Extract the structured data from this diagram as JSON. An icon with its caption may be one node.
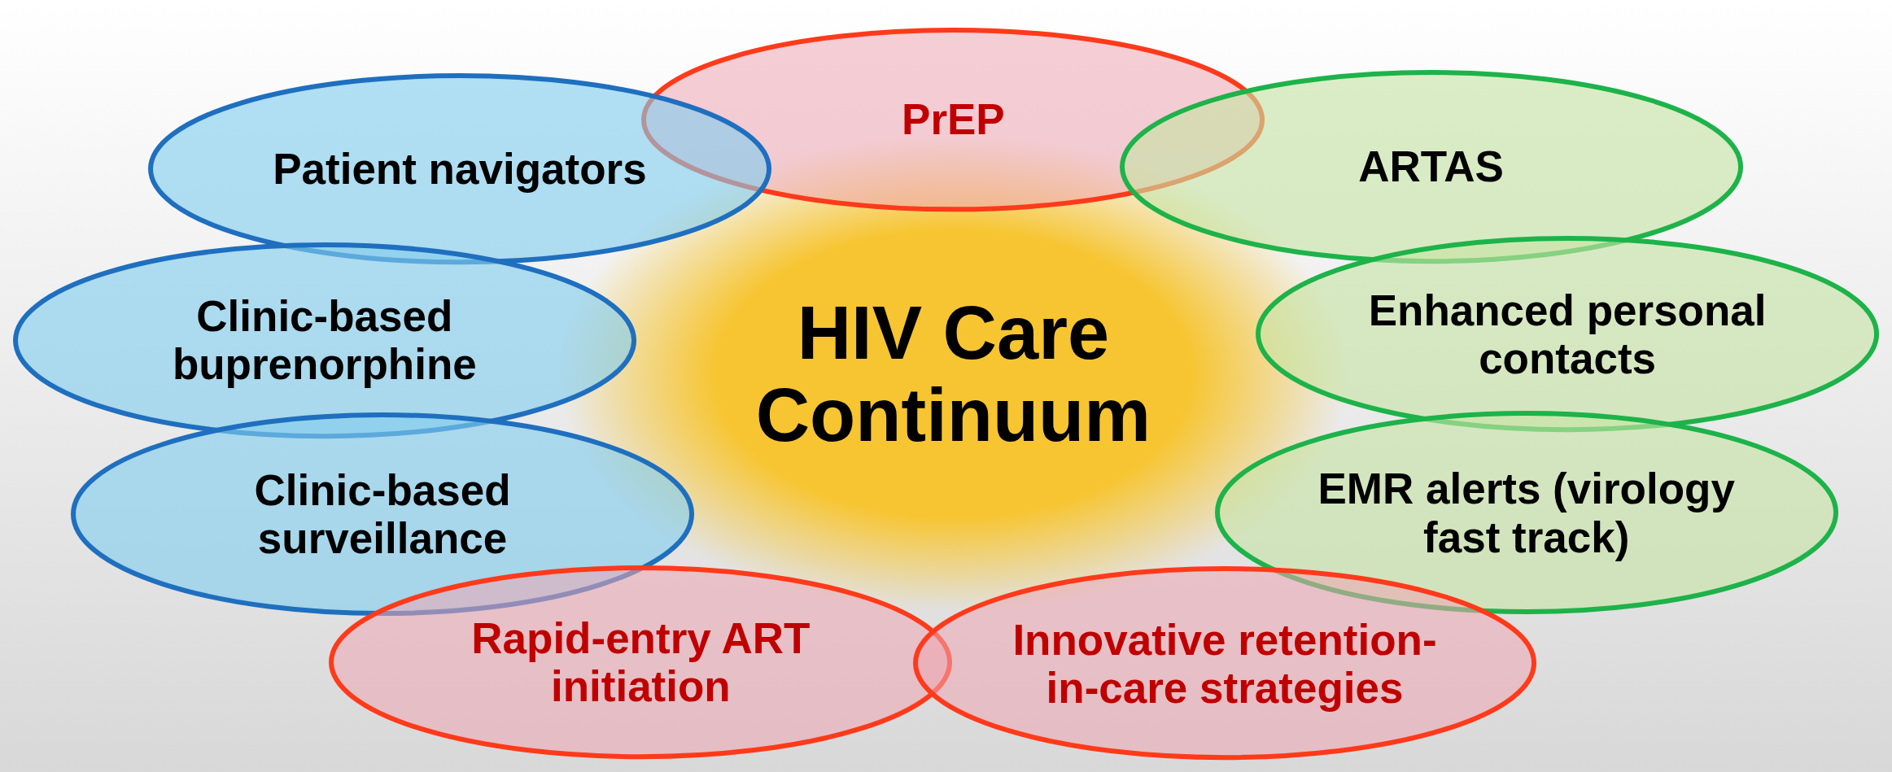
{
  "diagram": {
    "nodes": [
      {
        "text": [
          "PrEP"
        ]
      },
      {
        "text": [
          "Patient navigators"
        ]
      },
      {
        "text": [
          "ARTAS"
        ]
      },
      {
        "text": [
          "HIV Care Continuum"
        ]
      },
      {
        "text": [
          "Clinic-based buprenorphine"
        ]
      },
      {
        "text": [
          "Enhanced personal contacts"
        ]
      },
      {
        "text": [
          "Clinic-based surveillance"
        ]
      },
      {
        "text": [
          "EMR alerts (virology fast track)"
        ]
      },
      {
        "text": [
          "Rapid-entry ART initiation"
        ]
      },
      {
        "text": [
          "Innovative retention-in-care strategies"
        ]
      }
    ]
  }
}
